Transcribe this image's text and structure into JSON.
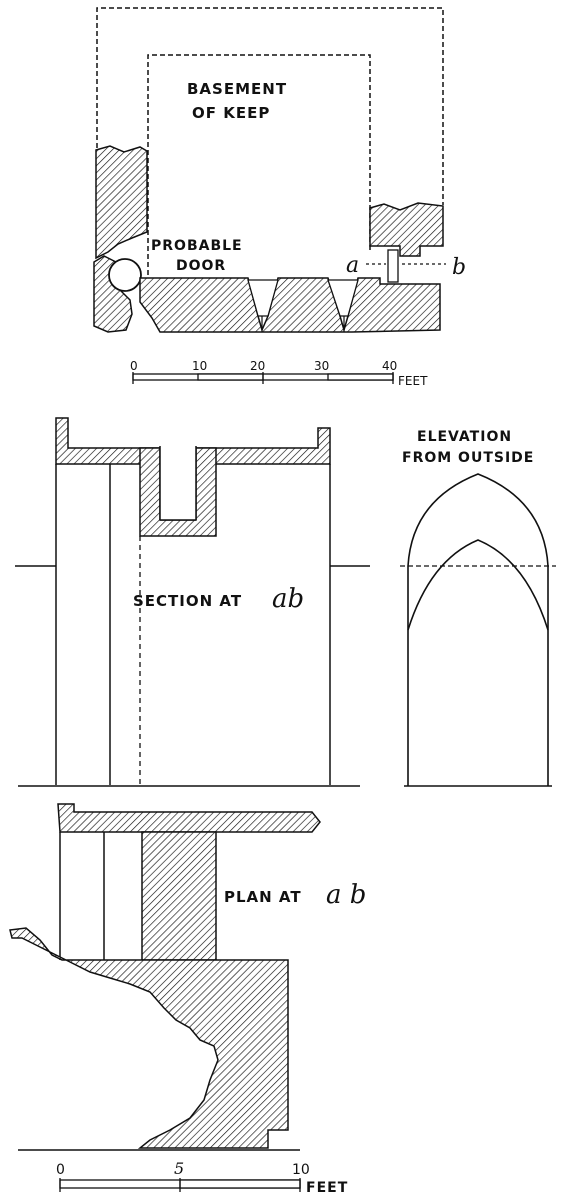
{
  "labels": {
    "basement_line1": "BASEMENT",
    "basement_line2": "OF  KEEP",
    "probable_line1": "PROBABLE",
    "probable_line2": "DOOR",
    "point_a": "a",
    "point_b": "b",
    "elevation_line1": "ELEVATION",
    "elevation_line2": "FROM OUTSIDE",
    "section_text": "SECTION AT",
    "section_ab": "ab",
    "plan_text": "PLAN AT",
    "plan_ab": "a b"
  },
  "scale_top": {
    "ticks": [
      "0",
      "10",
      "20",
      "30",
      "40"
    ],
    "unit": "FEET"
  },
  "scale_bottom": {
    "ticks": [
      "0",
      "5",
      "10"
    ],
    "unit": "FEET"
  }
}
